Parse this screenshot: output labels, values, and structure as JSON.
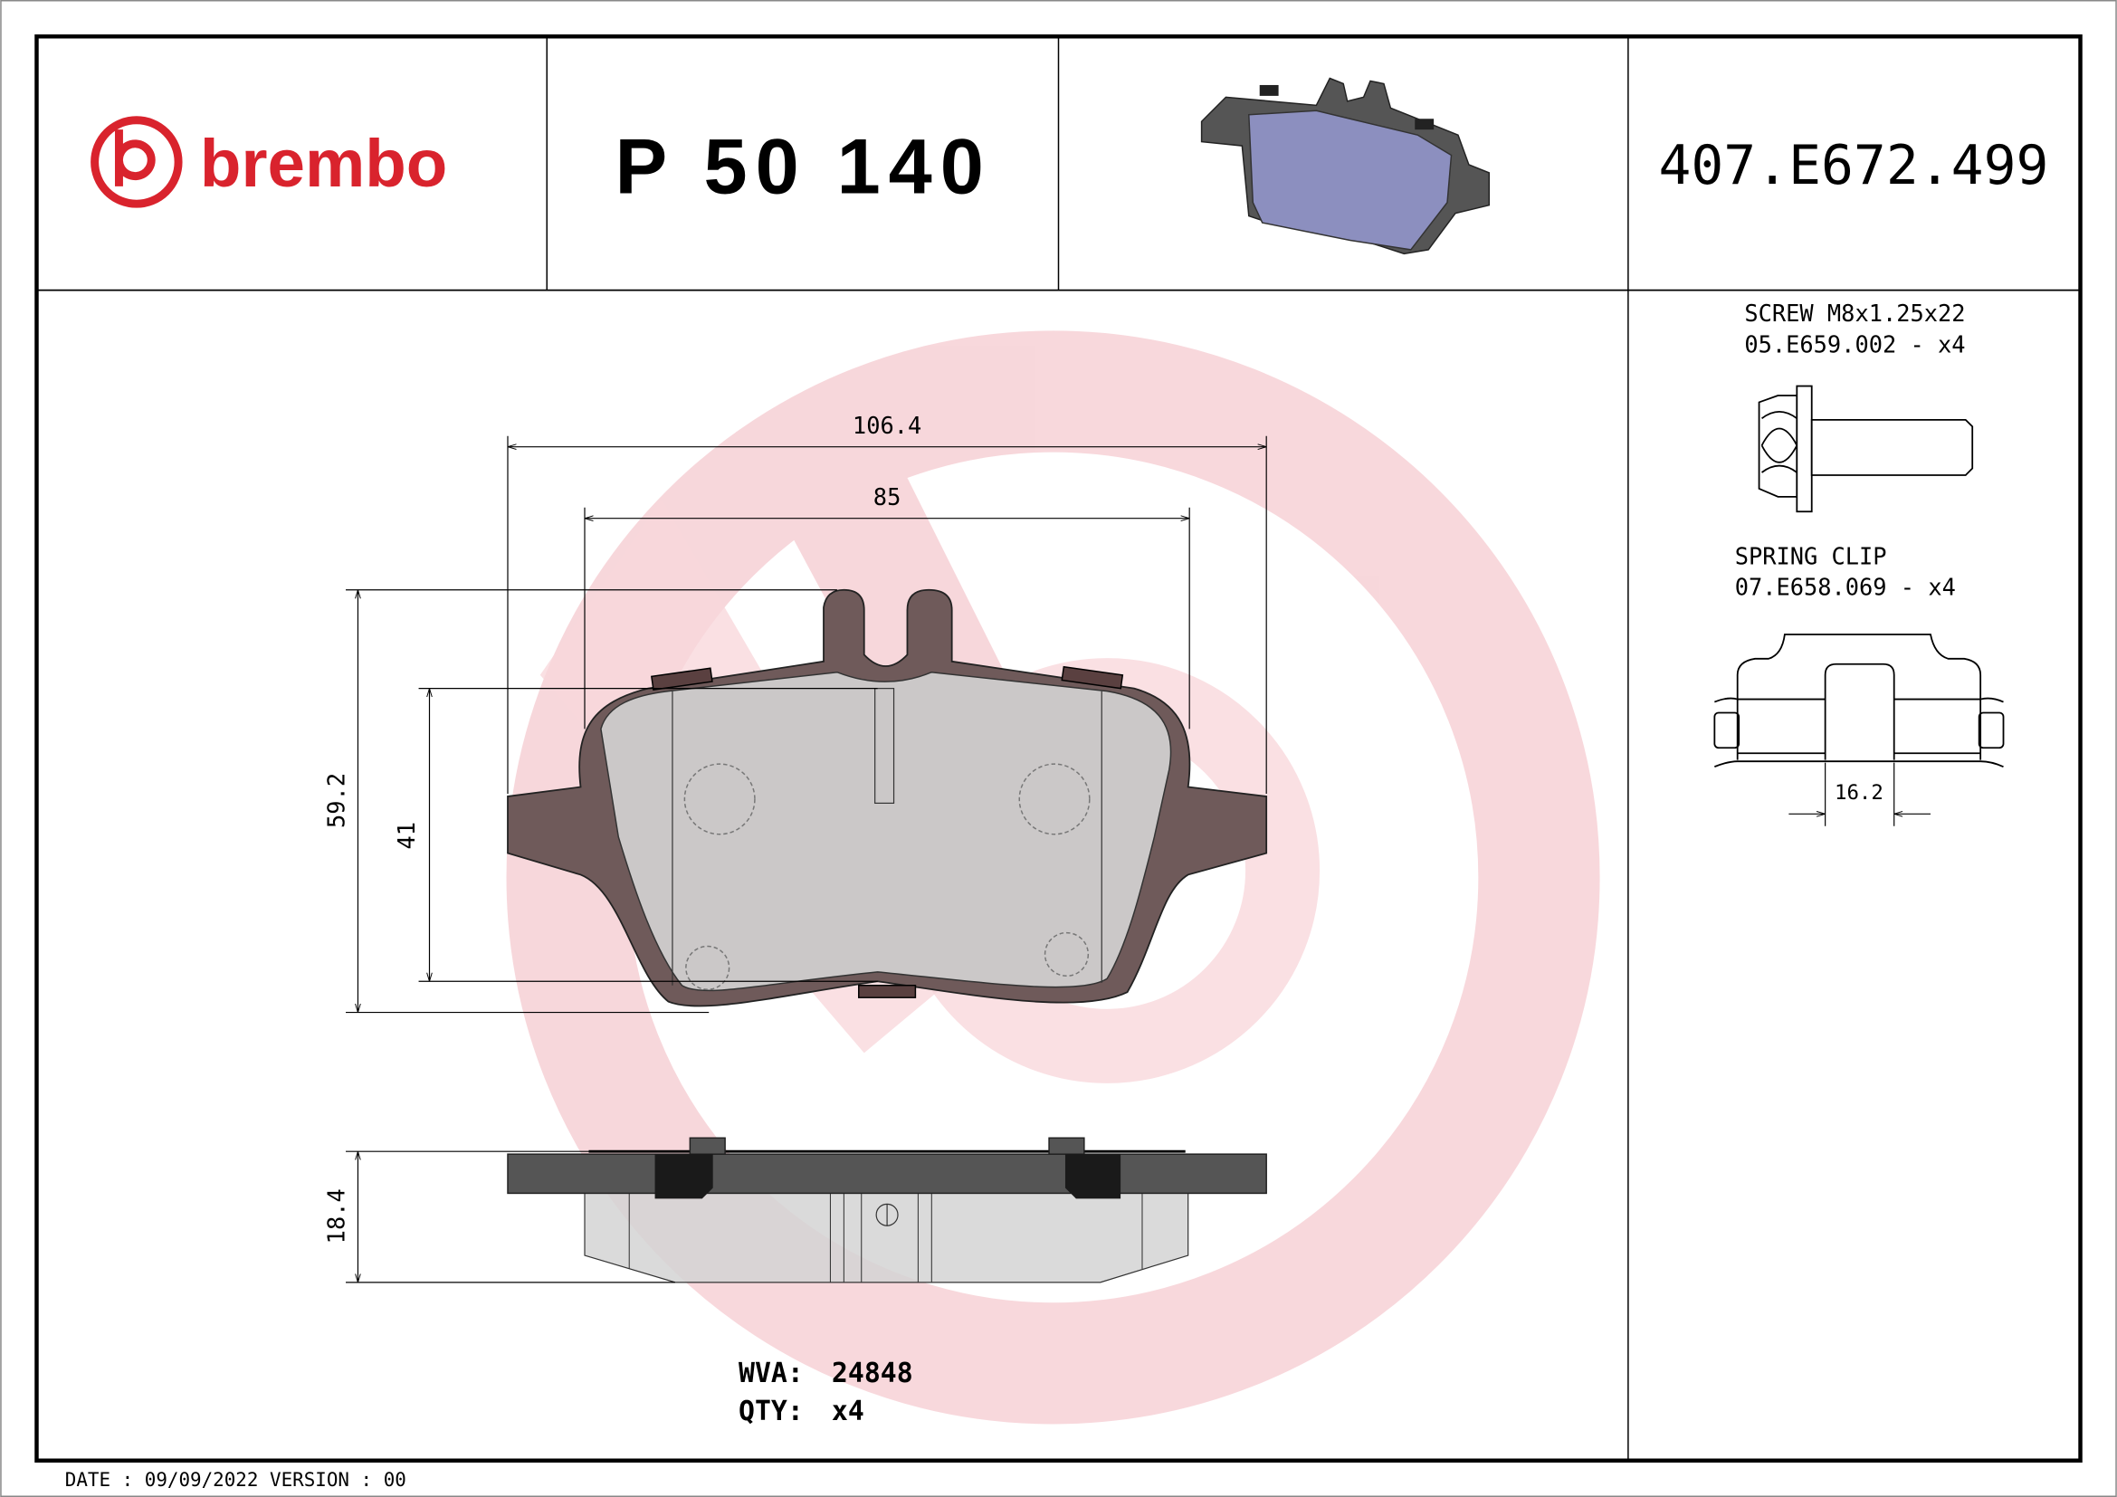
{
  "header": {
    "brand": "brembo",
    "brand_color": "#d9232d",
    "part_number": "P 50 140",
    "reference_code": "407.E672.499"
  },
  "watermark_color": "#f2b8bf",
  "drawing": {
    "dimensions": {
      "overall_width": "106.4",
      "inner_width": "85",
      "overall_height": "59.2",
      "friction_height": "41",
      "thickness": "18.4"
    }
  },
  "accessories": [
    {
      "name": "SCREW M8x1.25x22",
      "code": "05.E659.002 - x4"
    },
    {
      "name": "SPRING CLIP",
      "code": "07.E658.069 - x4",
      "dimension": "16.2"
    }
  ],
  "info": {
    "wva_label": "WVA:",
    "wva_value": "24848",
    "qty_label": "QTY:",
    "qty_value": "x4"
  },
  "footer": {
    "text": "DATE : 09/09/2022 VERSION : 00"
  }
}
